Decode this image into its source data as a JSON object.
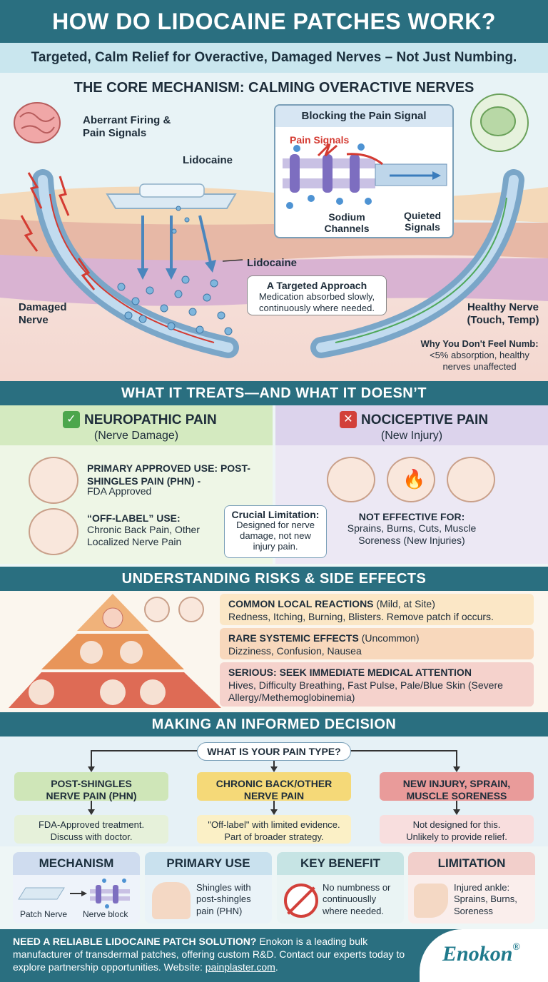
{
  "header": {
    "title": "HOW DO LIDOCAINE PATCHES WORK?",
    "subtitle": "Targeted, Calm Relief for Overactive, Damaged Nerves – Not Just Numbing."
  },
  "mechanism": {
    "heading": "THE CORE MECHANISM: CALMING OVERACTIVE NERVES",
    "aberrant": "Aberrant Firing & Pain Signals",
    "lidocaine_top": "Lidocaine",
    "lidocaine_mid": "Lidocaine",
    "damaged_nerve": "Damaged Nerve",
    "healthy_nerve": "Healthy Nerve (Touch, Temp)",
    "targeted_title": "A Targeted Approach",
    "targeted_text": "Medication absorbed slowly, continuously where needed.",
    "blocking_title": "Blocking the Pain Signal",
    "pain_signals": "Pain Signals",
    "sodium_channels": "Sodium Channels",
    "quieted_signals": "Quieted Signals",
    "numb_title": "Why You Don't Feel Numb:",
    "numb_text": "<5% absorption, healthy nerves unaffected"
  },
  "treats": {
    "heading": "WHAT IT TREATS—AND WHAT IT DOESN’T",
    "neuro_title": "NEUROPATHIC PAIN",
    "neuro_sub": "(Nerve Damage)",
    "primary_label": "PRIMARY APPROVED USE: POST-SHINGLES PAIN (PHN) -",
    "primary_note": "FDA Approved",
    "offlabel_label": "“OFF-LABEL” USE:",
    "offlabel_text": "Chronic Back Pain, Other Localized Nerve Pain",
    "crucial_title": "Crucial Limitation:",
    "crucial_text": "Designed for nerve damage, not new injury pain.",
    "noci_title": "NOCICEPTIVE PAIN",
    "noci_sub": "(New Injury)",
    "not_effective_label": "NOT EFFECTIVE FOR:",
    "not_effective_text": "Sprains, Burns, Cuts, Muscle Soreness (New Injuries)"
  },
  "risks": {
    "heading": "UNDERSTANDING RISKS & SIDE EFFECTS",
    "common_title": "COMMON LOCAL REACTIONS",
    "common_qual": "(Mild, at Site)",
    "common_text": "Redness, Itching, Burning, Blisters. Remove patch if occurs.",
    "rare_title": "RARE SYSTEMIC EFFECTS",
    "rare_qual": "(Uncommon)",
    "rare_text": "Dizziness, Confusion, Nausea",
    "serious_title": "SERIOUS: SEEK IMMEDIATE MEDICAL ATTENTION",
    "serious_text": "Hives, Difficulty Breathing, Fast Pulse, Pale/Blue Skin (Severe Allergy/Methemoglobinemia)"
  },
  "decision": {
    "heading": "MAKING AN INFORMED DECISION",
    "question": "WHAT IS YOUR PAIN TYPE?",
    "opt1": "POST-SHINGLES NERVE PAIN (PHN)",
    "opt1_note": "FDA-Approved treatment. Discuss with doctor.",
    "opt2": "CHRONIC BACK/OTHER NERVE PAIN",
    "opt2_note": "\"Off-label\" with limited evidence. Part of broader strategy.",
    "opt3": "NEW INJURY, SPRAIN, MUSCLE SORENESS",
    "opt3_note": "Not designed for this. Unlikely to provide relief."
  },
  "summary": {
    "mechanism_title": "MECHANISM",
    "patch_nerve": "Patch Nerve",
    "nerve_block": "Nerve block",
    "primary_title": "PRIMARY USE",
    "primary_text": "Shingles with post-shingles pain (PHN)",
    "benefit_title": "KEY BENEFIT",
    "benefit_text": "No numbness or continuouslly where needed.",
    "limitation_title": "LIMITATION",
    "limitation_text": "Injured ankle: Sprains, Burns, Soreness"
  },
  "footer": {
    "cta_bold": "NEED A RELIABLE LIDOCAINE PATCH SOLUTION?",
    "cta_text": "Enokon is a leading bulk manufacturer of transdermal patches, offering custom R&D. Contact our experts today to explore partnership opportunities. Website:",
    "website": "painplaster.com",
    "period": ".",
    "brand": "Enokon",
    "reg": "®"
  },
  "colors": {
    "teal": "#2a6f80",
    "green": "#d8ecc8",
    "purple": "#e2dcf0",
    "red": "#e25b4a"
  }
}
